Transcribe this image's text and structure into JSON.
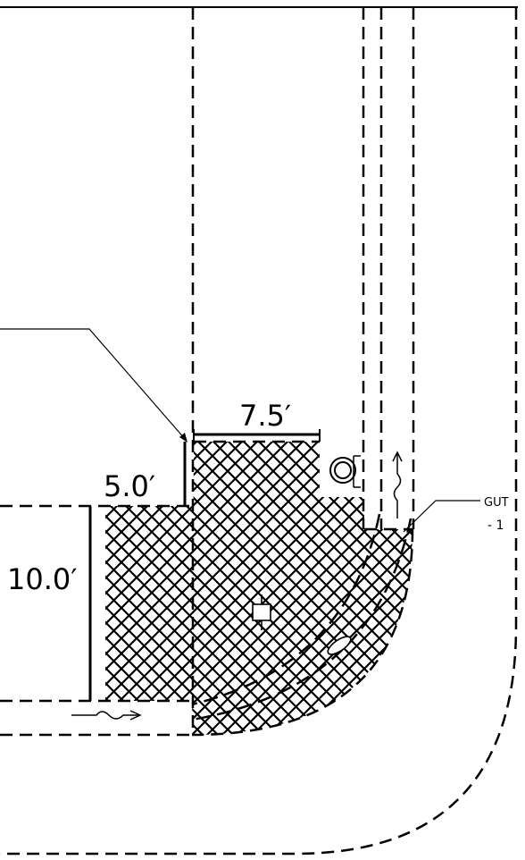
{
  "dimensions": {
    "top_width": "7.5′",
    "upper_height": "5.0′",
    "lower_height": "10.0′"
  },
  "callout": {
    "line1": "GUT",
    "line2": "- 1"
  },
  "colors": {
    "ink": "#000000",
    "paper": "#ffffff"
  }
}
